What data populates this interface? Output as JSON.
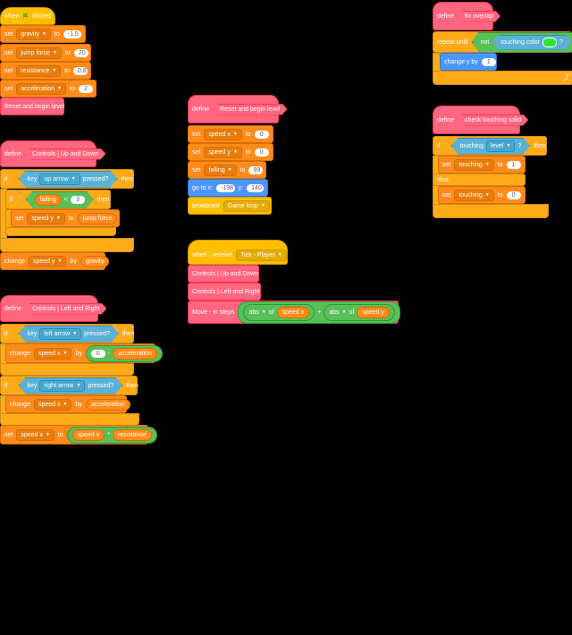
{
  "script1": {
    "hat_when": "when",
    "hat_clicked": "clicked",
    "set": "set",
    "to": "to",
    "rows": [
      {
        "var": "gravity",
        "value": "-1.5"
      },
      {
        "var": "jump force",
        "value": "20"
      },
      {
        "var": "resistance",
        "value": "0.8"
      },
      {
        "var": "acceleration",
        "value": "2"
      }
    ],
    "call": "Reset and begin level"
  },
  "script2": {
    "define": "define",
    "name": "Controls | Up and Down",
    "if": "if",
    "then": "then",
    "key": "key",
    "key_value": "up arrow",
    "pressed": "pressed?",
    "falling_var": "falling",
    "lt": "<",
    "lt_value": "3",
    "set": "set",
    "set_var": "speed y",
    "to": "to",
    "jump_var": "jump force",
    "change": "change",
    "change_var": "speed y",
    "by": "by",
    "gravity_var": "gravity"
  },
  "script3": {
    "define": "define",
    "name": "Controls | Left and Right",
    "if": "if",
    "then": "then",
    "key": "key",
    "pressed": "pressed?",
    "key1": "left arrow",
    "key2": "right arrow",
    "change": "change",
    "by": "by",
    "speed_var": "speed x",
    "zero": "0",
    "minus": "-",
    "acc_var": "acceleration",
    "set": "set",
    "to": "to",
    "times": "*",
    "res_var": "resistance"
  },
  "script4": {
    "define": "define",
    "name": "Reset and begin level",
    "set": "set",
    "to": "to",
    "rows": [
      {
        "var": "speed x",
        "value": "0"
      },
      {
        "var": "speed y",
        "value": "0"
      },
      {
        "var": "falling",
        "value": "99"
      }
    ],
    "goto": "go to x:",
    "x": "-198",
    "y_label": "y:",
    "y": "140",
    "broadcast": "broadcast",
    "message": "Game loop"
  },
  "script5": {
    "when_receive": "when I receive",
    "message": "Tick - Player",
    "call1": "Controls | Up and Down",
    "call2": "Controls | Left and Right",
    "move": "Move - in steps",
    "abs": "abs",
    "of": "of",
    "plus": "+",
    "sx": "speed x",
    "sy": "speed y"
  },
  "script6": {
    "define": "define",
    "name": "fix overlap",
    "repeat_until": "repeat until",
    "not": "not",
    "touching_color": "touching color",
    "q": "?",
    "change_y": "change y by",
    "value": "1",
    "color": "#2ee62e"
  },
  "script7": {
    "define": "define",
    "name": "check touching solid",
    "if": "if",
    "then": "then",
    "touching": "touching",
    "target": "level",
    "q": "?",
    "set": "set",
    "to": "to",
    "var": "touching",
    "v1": "1",
    "else": "else",
    "v2": "0"
  }
}
